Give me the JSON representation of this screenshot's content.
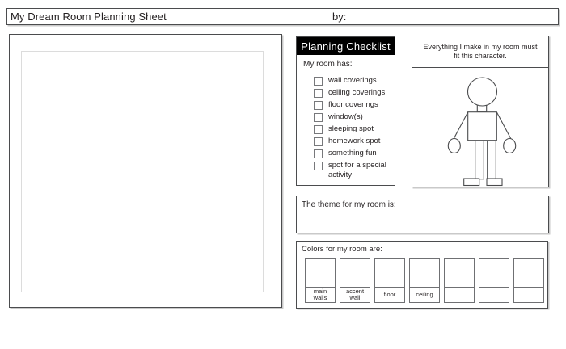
{
  "page": {
    "title": "My Dream Room Planning Sheet",
    "by_label": "by:"
  },
  "checklist": {
    "title": "Planning Checklist",
    "subtitle": "My room has:",
    "items": [
      "wall coverings",
      "ceiling coverings",
      "floor coverings",
      "window(s)",
      "sleeping spot",
      "homework spot",
      "something fun",
      "spot for a special activity"
    ]
  },
  "character_panel": {
    "instruction": "Everything I make in my room must fit this character."
  },
  "theme": {
    "label": "The theme for my room is:"
  },
  "colors": {
    "label": "Colors for my room are:",
    "swatches": [
      {
        "label": "main walls"
      },
      {
        "label": "accent wall"
      },
      {
        "label": "floor"
      },
      {
        "label": "ceiling"
      },
      {
        "label": ""
      },
      {
        "label": ""
      },
      {
        "label": ""
      }
    ]
  },
  "palette": {
    "box_border": "#4b4c4e",
    "checkbox_border": "#77787b",
    "checklist_header_bg": "#000000",
    "checklist_header_text": "#ffffff",
    "inner_frame": "#dcdcdc",
    "shadow": "#c9c9c9",
    "figure_stroke": "#4a4b4d"
  }
}
